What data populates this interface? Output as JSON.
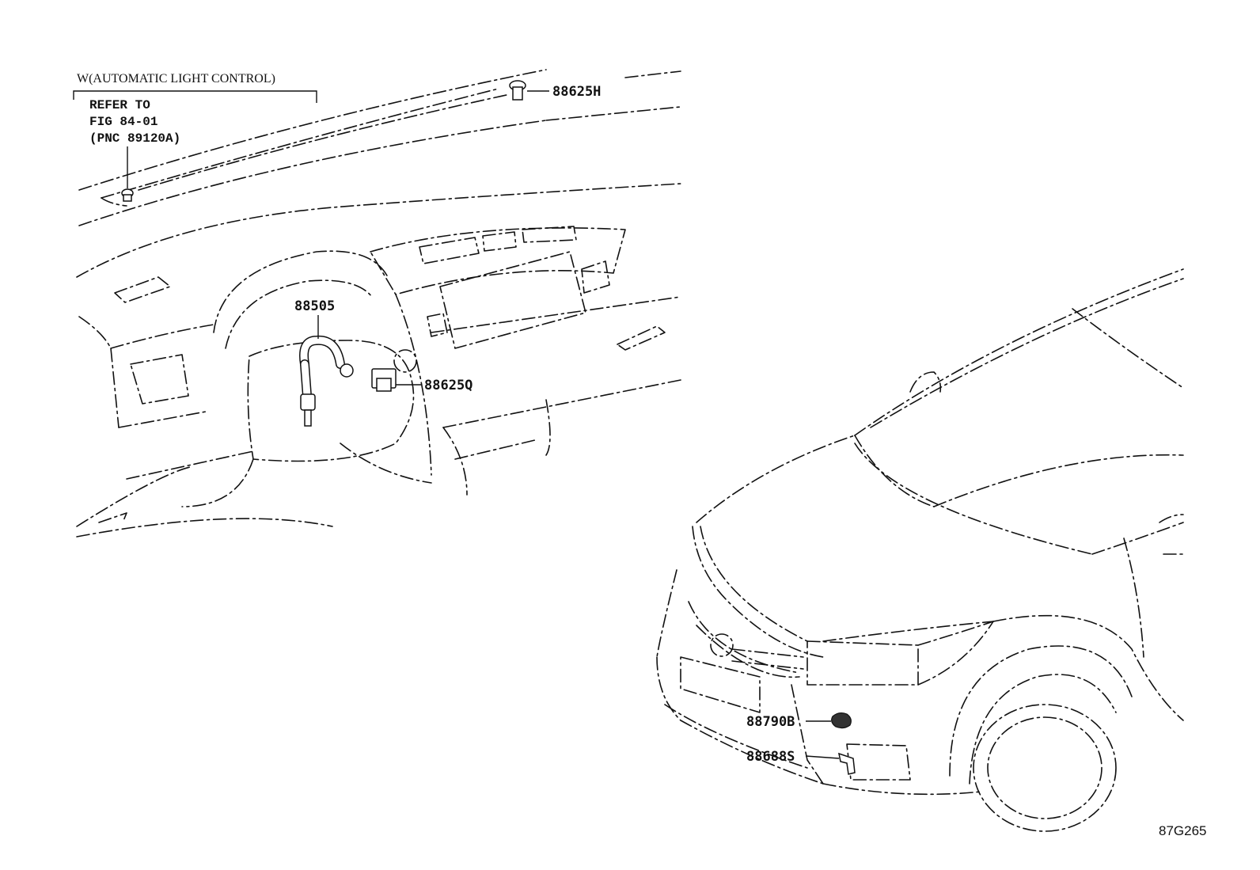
{
  "variant_note": {
    "title": "W(AUTOMATIC LIGHT CONTROL)",
    "line1": "REFER TO",
    "line2": "FIG 84-01",
    "line3": "(PNC 89120A)"
  },
  "callouts": {
    "c1": "88625H",
    "c2": "88505",
    "c3": "88625Q",
    "c4": "88790B",
    "c5": "88688S"
  },
  "figure_id": "87G265"
}
